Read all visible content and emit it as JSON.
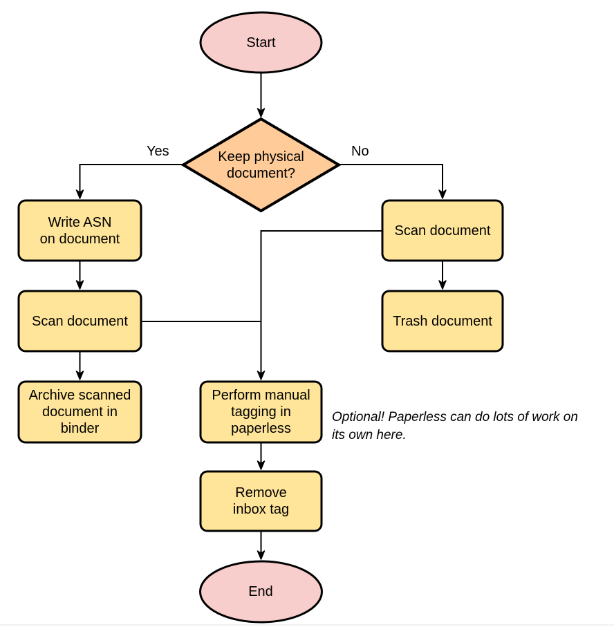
{
  "colors": {
    "terminal_fill": "#F8CECC",
    "decision_fill": "#FFCC99",
    "process_fill": "#FFE599",
    "stroke": "#000000",
    "divider": "#F1F1F3"
  },
  "nodes": {
    "start": {
      "label": "Start",
      "type": "terminal"
    },
    "decision": {
      "label": "Keep physical\ndocument?",
      "type": "decision"
    },
    "write_asn": {
      "label": "Write ASN\non document",
      "type": "process"
    },
    "scan_left": {
      "label": "Scan document",
      "type": "process"
    },
    "archive": {
      "label": "Archive scanned\ndocument in\nbinder",
      "type": "process"
    },
    "scan_right": {
      "label": "Scan document",
      "type": "process"
    },
    "trash": {
      "label": "Trash document",
      "type": "process"
    },
    "tagging": {
      "label": "Perform manual\ntagging in\npaperless",
      "type": "process"
    },
    "remove_inbox": {
      "label": "Remove\ninbox tag",
      "type": "process"
    },
    "end": {
      "label": "End",
      "type": "terminal"
    }
  },
  "edges": {
    "yes_label": "Yes",
    "no_label": "No"
  },
  "annotation": {
    "text": "Optional! Paperless can do lots of work on\nits own here."
  }
}
